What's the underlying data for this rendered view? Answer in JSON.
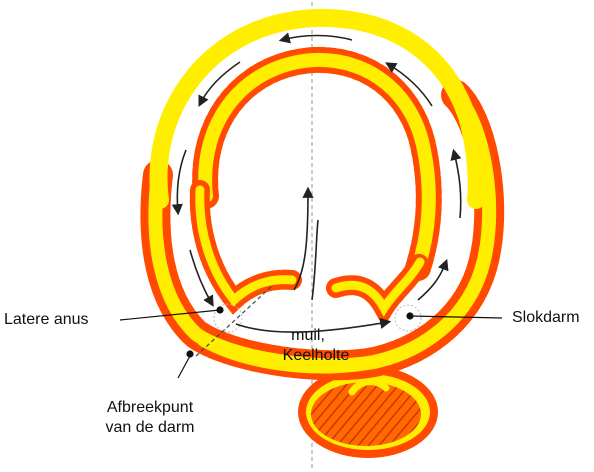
{
  "labels": {
    "later_anus": "Latere anus",
    "breakpoint_line1": "Afbreekpunt",
    "breakpoint_line2": "van de darm",
    "mouth_line1": "muil,",
    "mouth_line2": "Keelholte",
    "esophagus": "Slokdarm"
  },
  "colors": {
    "outer_layer": "#ff4a00",
    "inner_layer": "#ffee00",
    "yolk_fill": "#ff6a00",
    "yolk_hatch": "#d73000",
    "arrows": "#222222",
    "axis_line": "#999999"
  }
}
